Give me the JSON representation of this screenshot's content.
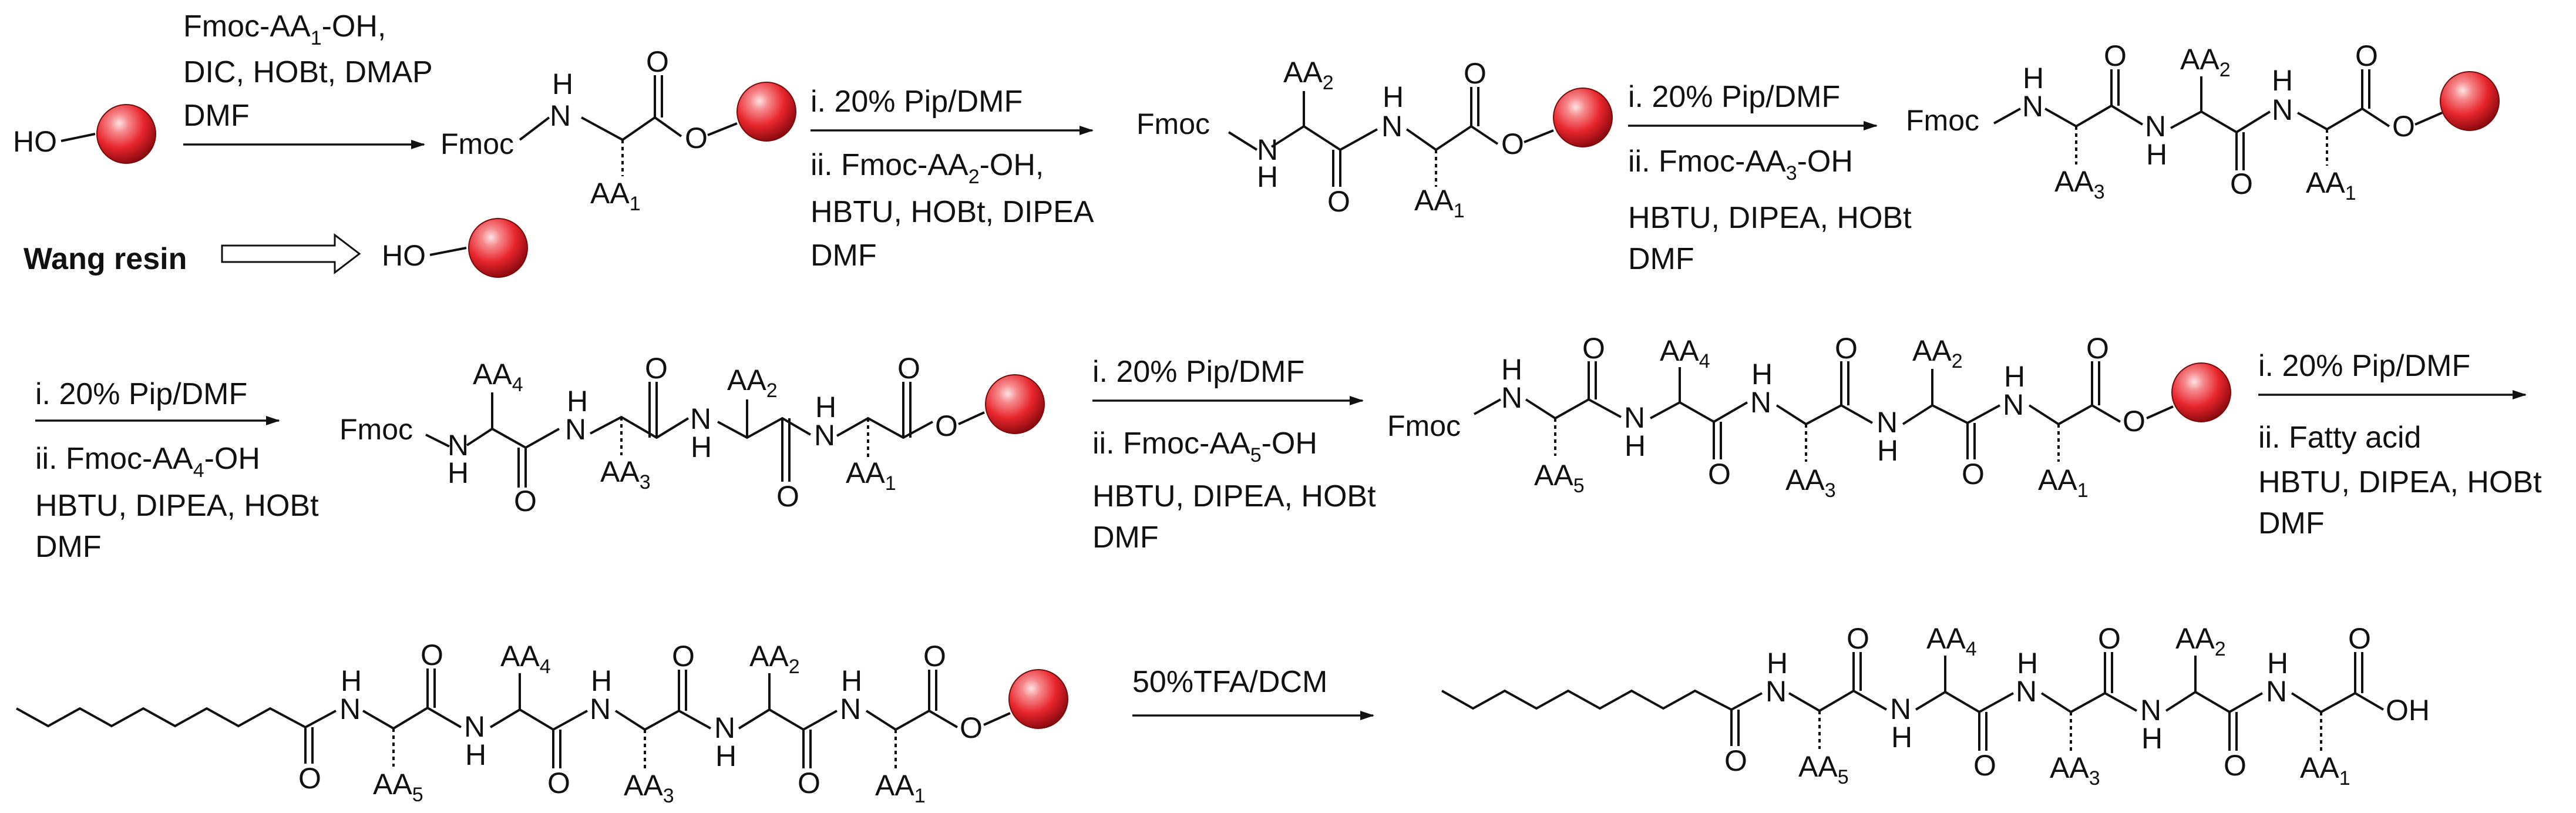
{
  "colors": {
    "ink": "#111111",
    "resin_main": "#e8262d",
    "resin_light": "#fde3e3",
    "resin_dark": "#8a0a0f"
  },
  "atoms": {
    "HO": "HO",
    "O": "O",
    "H": "H",
    "N": "N",
    "OH": "OH",
    "Fmoc": "Fmoc",
    "AA": "AA",
    "n1": "1",
    "n2": "2",
    "n3": "3",
    "n4": "4",
    "n5": "5"
  },
  "labels": {
    "wang_resin": "Wang resin"
  },
  "steps": {
    "s1_line1_a": "Fmoc-AA",
    "s1_line1_sub": "1",
    "s1_line1_b": "-OH,",
    "s1_line2": "DIC, HOBt, DMAP",
    "s1_line3": "DMF",
    "s2_line1": "i. 20% Pip/DMF",
    "s2_line2_a": "ii. Fmoc-AA",
    "s2_line2_sub": "2",
    "s2_line2_b": "-OH,",
    "s2_line3": "HBTU, HOBt, DIPEA",
    "s2_line4": "DMF",
    "s3_line1": "i. 20% Pip/DMF",
    "s3_line2_a": "ii. Fmoc-AA",
    "s3_line2_sub": "3",
    "s3_line2_b": "-OH",
    "s3_line3": "HBTU, DIPEA, HOBt",
    "s3_line4": "DMF",
    "s4_line1": "i. 20% Pip/DMF",
    "s4_line2_a": "ii. Fmoc-AA",
    "s4_line2_sub": "4",
    "s4_line2_b": "-OH",
    "s4_line3": "HBTU, DIPEA, HOBt",
    "s4_line4": "DMF",
    "s5_line1": "i. 20% Pip/DMF",
    "s5_line2_a": "ii. Fmoc-AA",
    "s5_line2_sub": "5",
    "s5_line2_b": "-OH",
    "s5_line3": "HBTU, DIPEA, HOBt",
    "s5_line4": "DMF",
    "s6_line1": "i. 20% Pip/DMF",
    "s6_line2": "ii. Fatty acid",
    "s6_line3": "HBTU, DIPEA, HOBt",
    "s6_line4": "DMF",
    "s7_line1": "50%TFA/DCM"
  }
}
